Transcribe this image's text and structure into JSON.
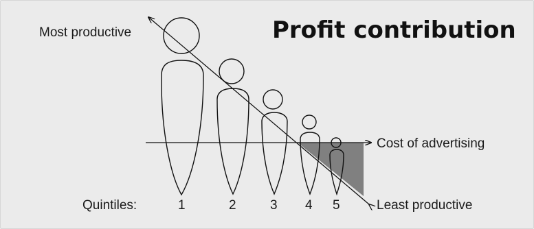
{
  "title": "Profit contribution",
  "labels": {
    "most_productive": "Most productive",
    "least_productive": "Least productive",
    "cost_of_advertising": "Cost of advertising",
    "quintiles_label": "Quintiles:"
  },
  "quintiles": [
    "1",
    "2",
    "3",
    "4",
    "5"
  ],
  "colors": {
    "background": "#ebebeb",
    "loss_region": "#808080",
    "ink": "#111111"
  }
}
